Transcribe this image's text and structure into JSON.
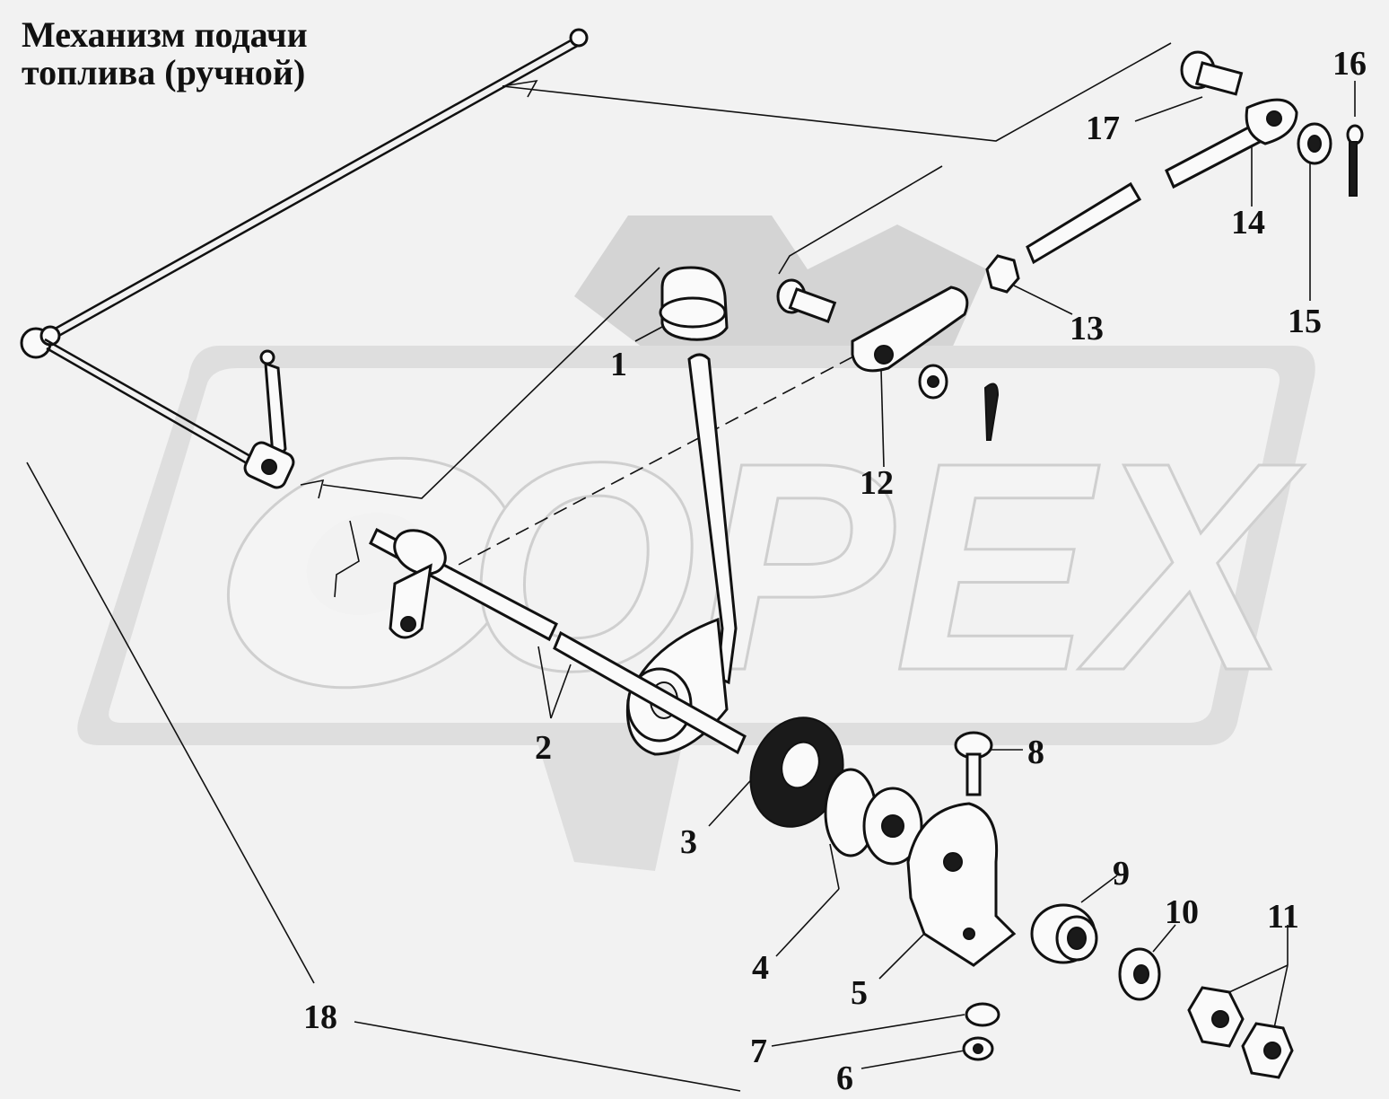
{
  "title": {
    "line1": "Механизм подачи",
    "line2": "топлива (ручной)"
  },
  "watermark": {
    "text": "OPEX"
  },
  "callouts": [
    "1",
    "2",
    "3",
    "4",
    "5",
    "6",
    "7",
    "8",
    "9",
    "10",
    "11",
    "12",
    "13",
    "14",
    "15",
    "16",
    "17",
    "18"
  ]
}
